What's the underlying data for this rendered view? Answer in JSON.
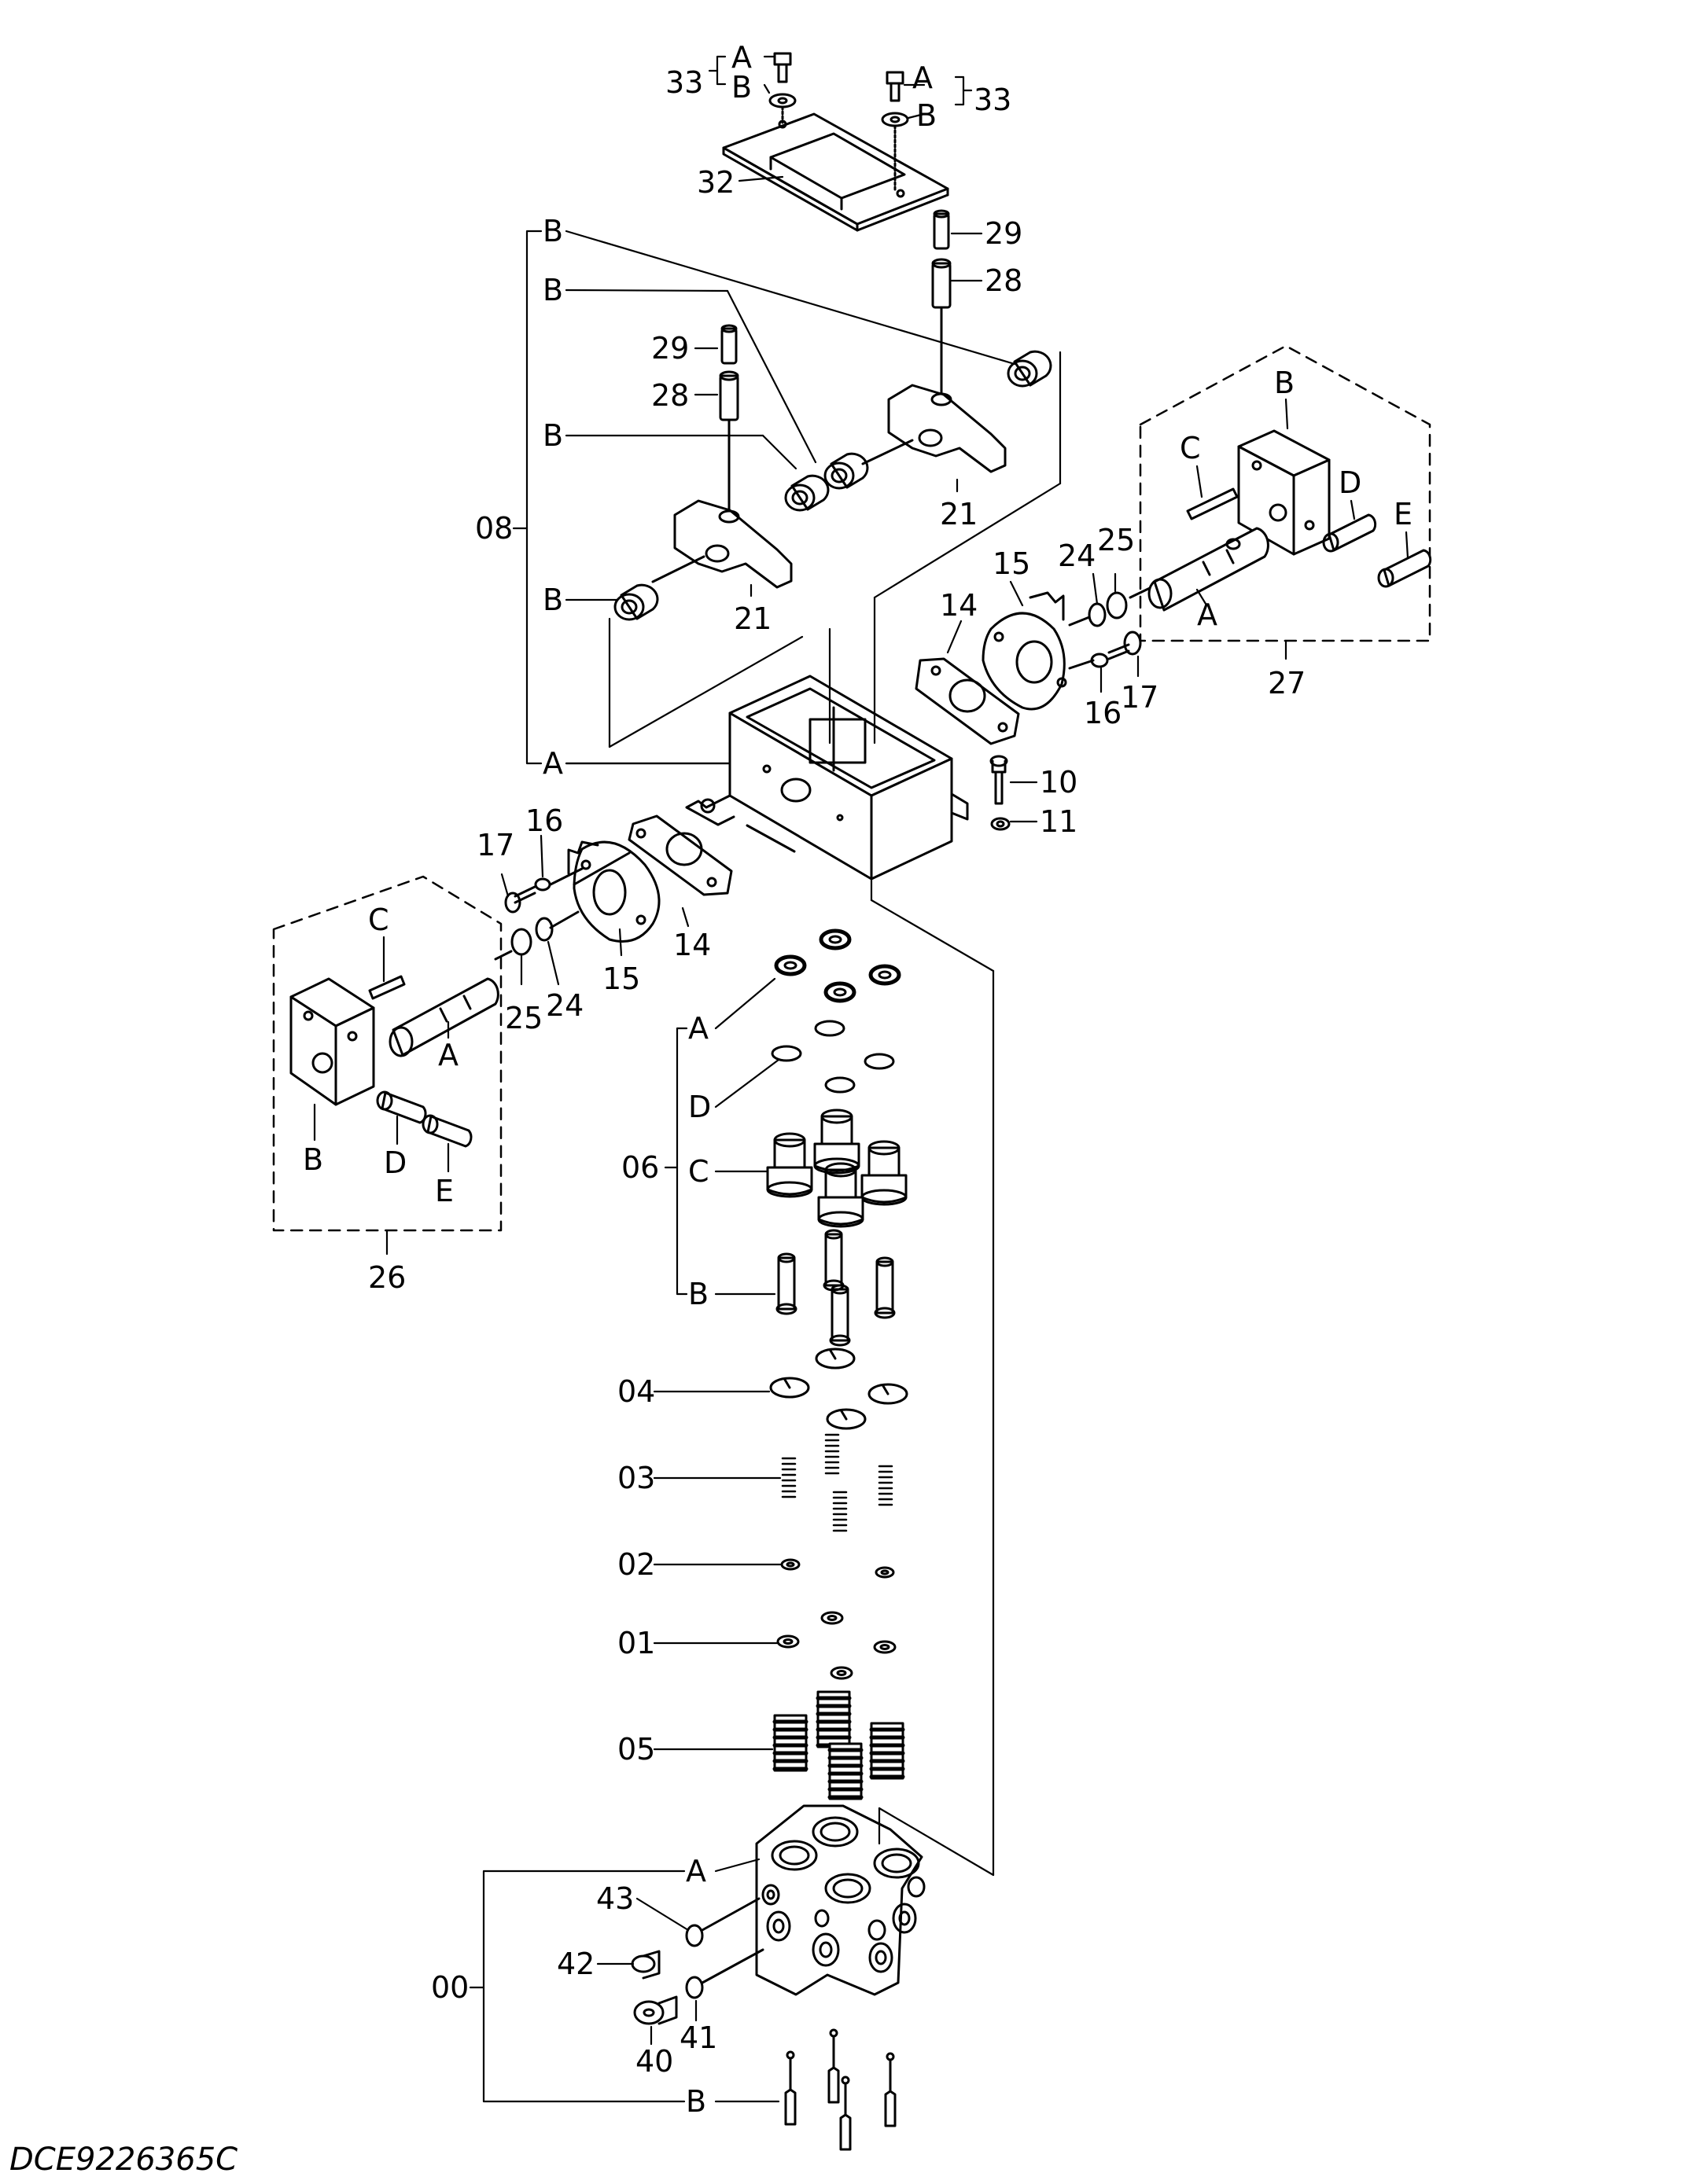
{
  "diagram": {
    "code": "DCE9226365C",
    "labels": {
      "l33a": "33",
      "l33b": "33",
      "l32": "32",
      "l29a": "29",
      "l28a": "28",
      "l29b": "29",
      "l28b": "28",
      "l08": "08",
      "l21a": "21",
      "l21b": "21",
      "l15a": "15",
      "l14a": "14",
      "l24a": "24",
      "l25a": "25",
      "l16a": "16",
      "l17a": "17",
      "l27": "27",
      "l10": "10",
      "l11": "11",
      "l17b": "17",
      "l16b": "16",
      "l14b": "14",
      "l15b": "15",
      "l24b": "24",
      "l25b": "25",
      "l26": "26",
      "l06": "06",
      "l04": "04",
      "l03": "03",
      "l02": "02",
      "l01": "01",
      "l05": "05",
      "l43": "43",
      "l42": "42",
      "l40": "40",
      "l41": "41",
      "l00": "00"
    },
    "letters": {
      "A": "A",
      "B": "B",
      "C": "C",
      "D": "D",
      "E": "E"
    }
  }
}
